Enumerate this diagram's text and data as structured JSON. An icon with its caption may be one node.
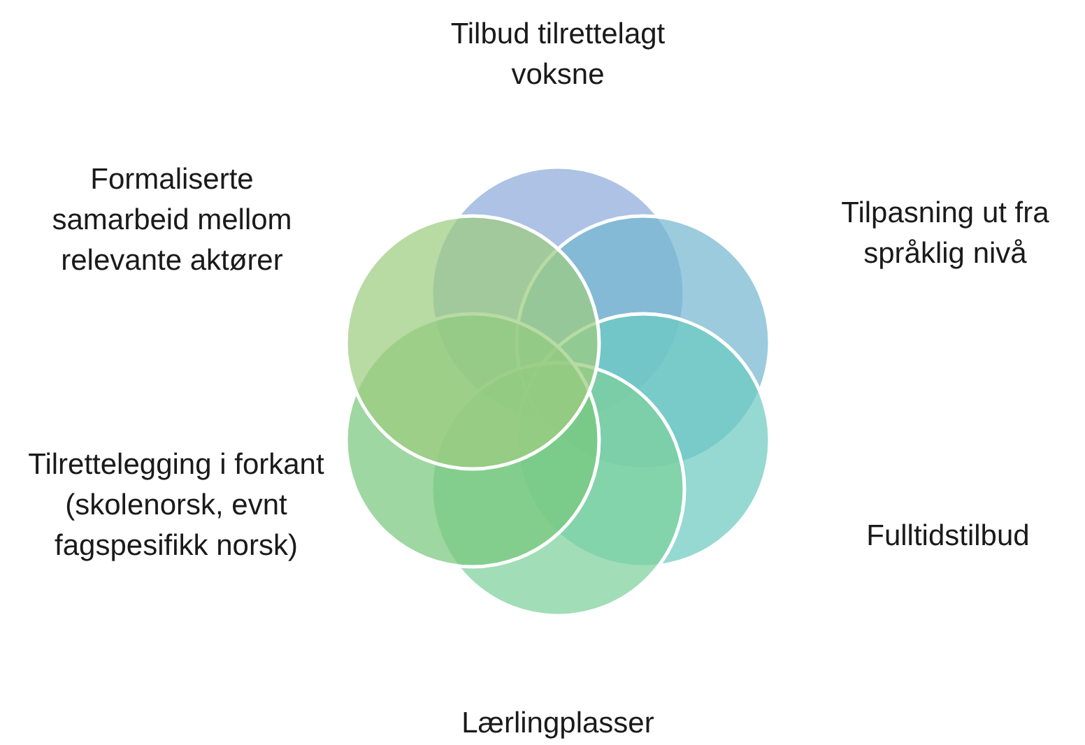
{
  "diagram": {
    "nodes": [
      {
        "text": [],
        "shape": "circle",
        "beside": [
          "Tilbud tilrettelagt voksne"
        ]
      },
      {
        "text": [],
        "shape": "circle",
        "beside": [
          "Tilpasning ut fra språklig nivå"
        ]
      },
      {
        "text": [],
        "shape": "circle",
        "beside": [
          "Fulltidstilbud"
        ]
      },
      {
        "text": [],
        "shape": "circle",
        "beside": [
          "Lærlingplasser"
        ]
      },
      {
        "text": [],
        "shape": "circle",
        "beside": [
          "Tilrettelegging i forkant (skolenorsk, evnt fagspesifikk norsk)"
        ]
      },
      {
        "text": [],
        "shape": "circle",
        "beside": [
          "Formaliserte samarbeid mellom relevante aktører"
        ]
      }
    ]
  }
}
